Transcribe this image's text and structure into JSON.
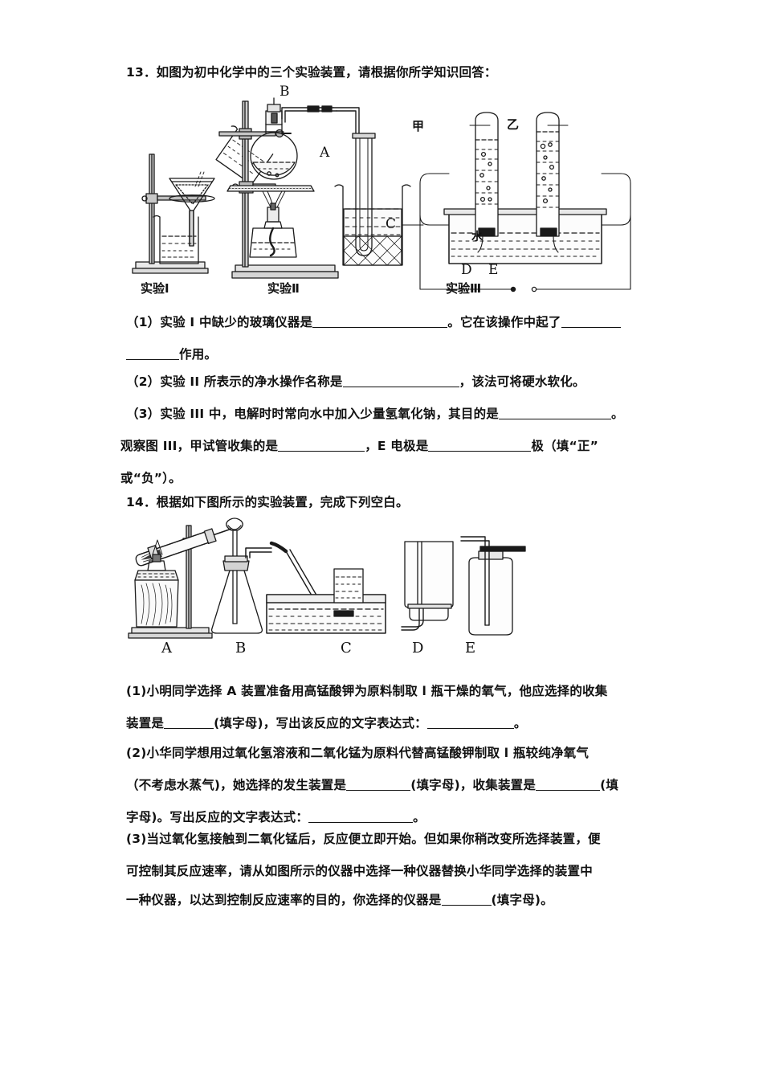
{
  "page": {
    "background": "#ffffff",
    "ink": "#111111"
  },
  "questions": [
    {
      "id": "q13",
      "stem": "13．如图为初中化学中的三个实验装置，请根据你所学知识回答：",
      "figure": {
        "name": "three-apparatus-figure",
        "captions": [
          "实验Ⅰ",
          "实验Ⅱ",
          "实验Ⅲ"
        ],
        "labels": [
          "A",
          "B",
          "C",
          "甲",
          "乙",
          "水",
          "D",
          "E"
        ]
      },
      "parts": [
        {
          "lines": [
            [
              {
                "t": "text",
                "v": "（1）实验 I 中缺少的玻璃仪器是"
              },
              {
                "t": "blank",
                "w": 168
              },
              {
                "t": "text",
                "v": "。它在该操作中起了"
              },
              {
                "t": "blank",
                "w": 74
              }
            ],
            [
              {
                "t": "blank",
                "w": 66
              },
              {
                "t": "text",
                "v": "作用。"
              }
            ]
          ]
        },
        {
          "lines": [
            [
              {
                "t": "text",
                "v": "（2）实验 II 所表示的净水操作名称是"
              },
              {
                "t": "blank",
                "w": 145
              },
              {
                "t": "text",
                "v": "，该法可将硬水软化。"
              }
            ]
          ]
        },
        {
          "lines": [
            [
              {
                "t": "text",
                "v": "（3）实验 III 中，电解时时常向水中加入少量氢氧化钠，其目的是"
              },
              {
                "t": "blank",
                "w": 140
              },
              {
                "t": "text",
                "v": "。"
              }
            ],
            [
              {
                "t": "text",
                "v": "观察图 III，甲试管收集的是"
              },
              {
                "t": "blank",
                "w": 108
              },
              {
                "t": "text",
                "v": "，E 电极是"
              },
              {
                "t": "blank",
                "w": 128
              },
              {
                "t": "text",
                "v": "极（填“正”"
              }
            ],
            [
              {
                "t": "text",
                "v": "或“负”）。"
              }
            ]
          ]
        }
      ]
    },
    {
      "id": "q14",
      "stem": "14．根据如下图所示的实验装置，完成下列空白。",
      "figure": {
        "name": "five-apparatus-figure",
        "labels": [
          "A",
          "B",
          "C",
          "D",
          "E"
        ]
      },
      "parts": [
        {
          "lines": [
            [
              {
                "t": "text",
                "v": "(1)小明同学选择 A 装置准备用高锰酸钾为原料制取 l 瓶干燥的氧气，他应选择的收集"
              }
            ],
            [
              {
                "t": "text",
                "v": "装置是"
              },
              {
                "t": "blank",
                "w": 62
              },
              {
                "t": "text",
                "v": "(填字母)，写出该反应的文字表达式："
              },
              {
                "t": "blank",
                "w": 108
              },
              {
                "t": "text",
                "v": "。"
              }
            ]
          ]
        },
        {
          "lines": [
            [
              {
                "t": "text",
                "v": "(2)小华同学想用过氧化氢溶液和二氧化锰为原料代替高锰酸钾制取 l 瓶较纯净氧气"
              }
            ],
            [
              {
                "t": "text",
                "v": "（不考虑水蒸气)，她选择的发生装置是"
              },
              {
                "t": "blank",
                "w": 80
              },
              {
                "t": "text",
                "v": "(填字母)，收集装置是"
              },
              {
                "t": "blank",
                "w": 80
              },
              {
                "t": "text",
                "v": "(填"
              }
            ],
            [
              {
                "t": "text",
                "v": "字母)。写出反应的文字表达式："
              },
              {
                "t": "blank",
                "w": 130
              },
              {
                "t": "text",
                "v": "。"
              }
            ]
          ]
        },
        {
          "lines": [
            [
              {
                "t": "text",
                "v": " (3)当过氧化氢接触到二氧化锰后，反应便立即开始。但如果你稍改变所选择装置，便"
              }
            ],
            [
              {
                "t": "text",
                "v": "可控制其反应速率，请从如图所示的仪器中选择一种仪器替换小华同学选择的装置中"
              }
            ],
            [
              {
                "t": "text",
                "v": "一种仪器，以达到控制反应速率的目的，你选择的仪器是"
              },
              {
                "t": "blank",
                "w": 62
              },
              {
                "t": "text",
                "v": "(填字母)。"
              }
            ]
          ]
        }
      ]
    }
  ]
}
